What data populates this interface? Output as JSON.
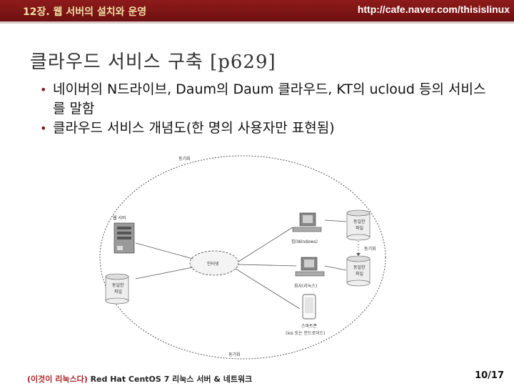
{
  "header": {
    "chapter": "12장. 웹 서버의 설치와 운영",
    "url": "http://cafe.naver.com/thisislinux"
  },
  "slide": {
    "title": "클라우드 서비스 구축 [p629]",
    "bullets": [
      "네이버의 N드라이브, Daum의 Daum 클라우드, KT의 ucloud 등의 서비스를 말함",
      "클라우드 서비스 개념도(한 명의 사용자만 표현됨)"
    ]
  },
  "diagram": {
    "sync_top": "동기화",
    "sync_bottom": "동기화",
    "sync_right": "동기화",
    "web_server": "웹 서버",
    "internet": "인터넷",
    "home_pc": "집(Windows)",
    "office_pc": "회사(리눅스)",
    "smartphone_line1": "스마트폰",
    "smartphone_line2": "(ios 또는 안드로이드)",
    "server_files_line1": "동일한",
    "server_files_line2": "파일",
    "home_files_line1": "동일한",
    "home_files_line2": "파일",
    "office_files_line1": "동일한",
    "office_files_line2": "파일"
  },
  "footer": {
    "book_highlight": "(이것이 리눅스다)",
    "book_rest": " Red Hat CentOS 7 리눅스 서버 & 네트워크",
    "page": "10/17"
  },
  "colors": {
    "header_bg": "#7a1313",
    "chapter_text": "#f3dfa6",
    "bullet_marker": "#8a1515"
  }
}
